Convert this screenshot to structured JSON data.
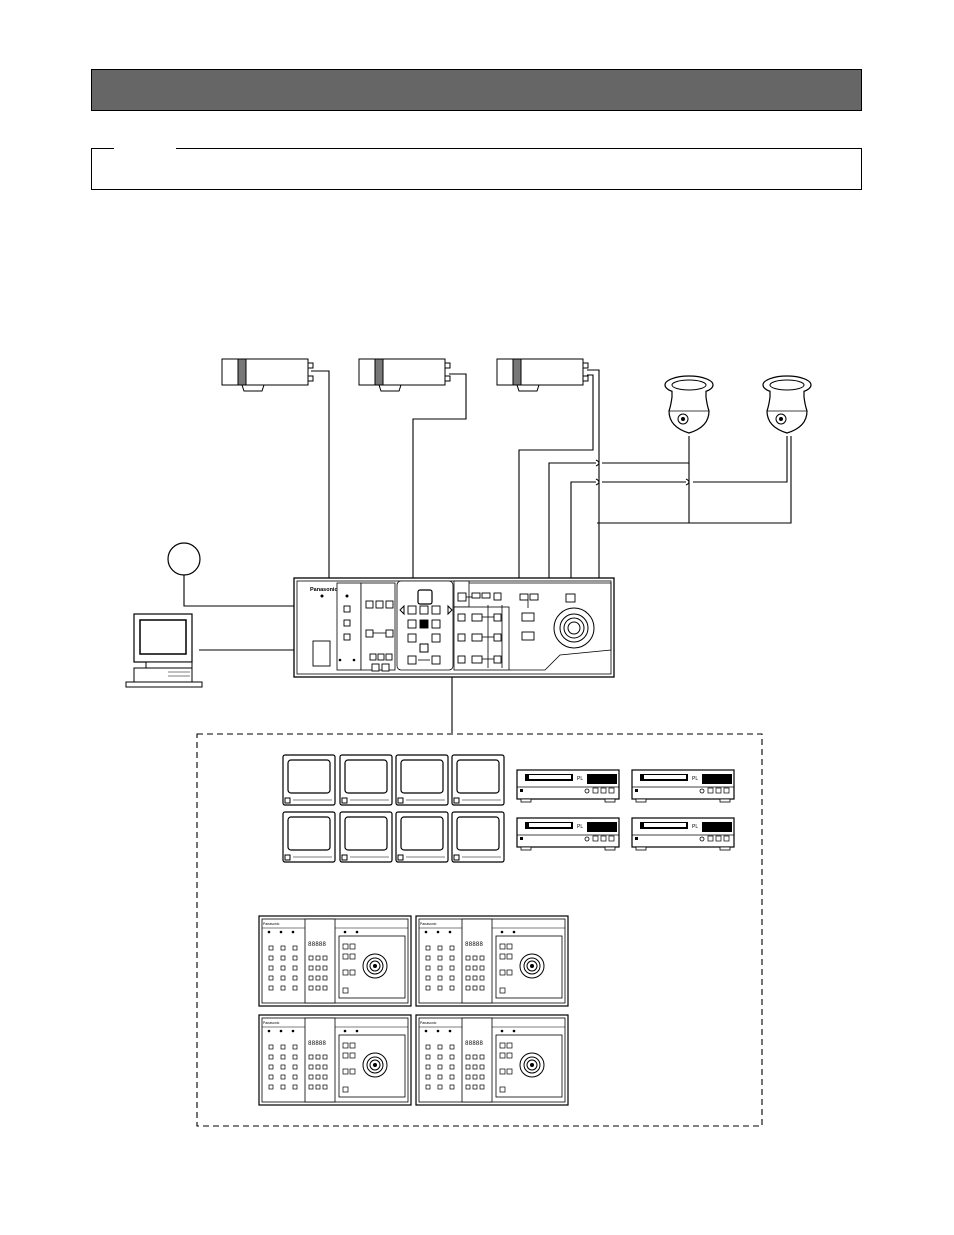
{
  "header": {
    "title": ""
  },
  "note": {
    "label": "",
    "text": ""
  },
  "diagram": {
    "controller_brand": "Panasonic",
    "keyboard_brand": "Panasonic",
    "vcr_label": "PL",
    "keyboard_display": "88888",
    "colors": {
      "header_bg": "#666666",
      "line": "#000000",
      "fill": "#ffffff",
      "shade": "#888888"
    }
  }
}
